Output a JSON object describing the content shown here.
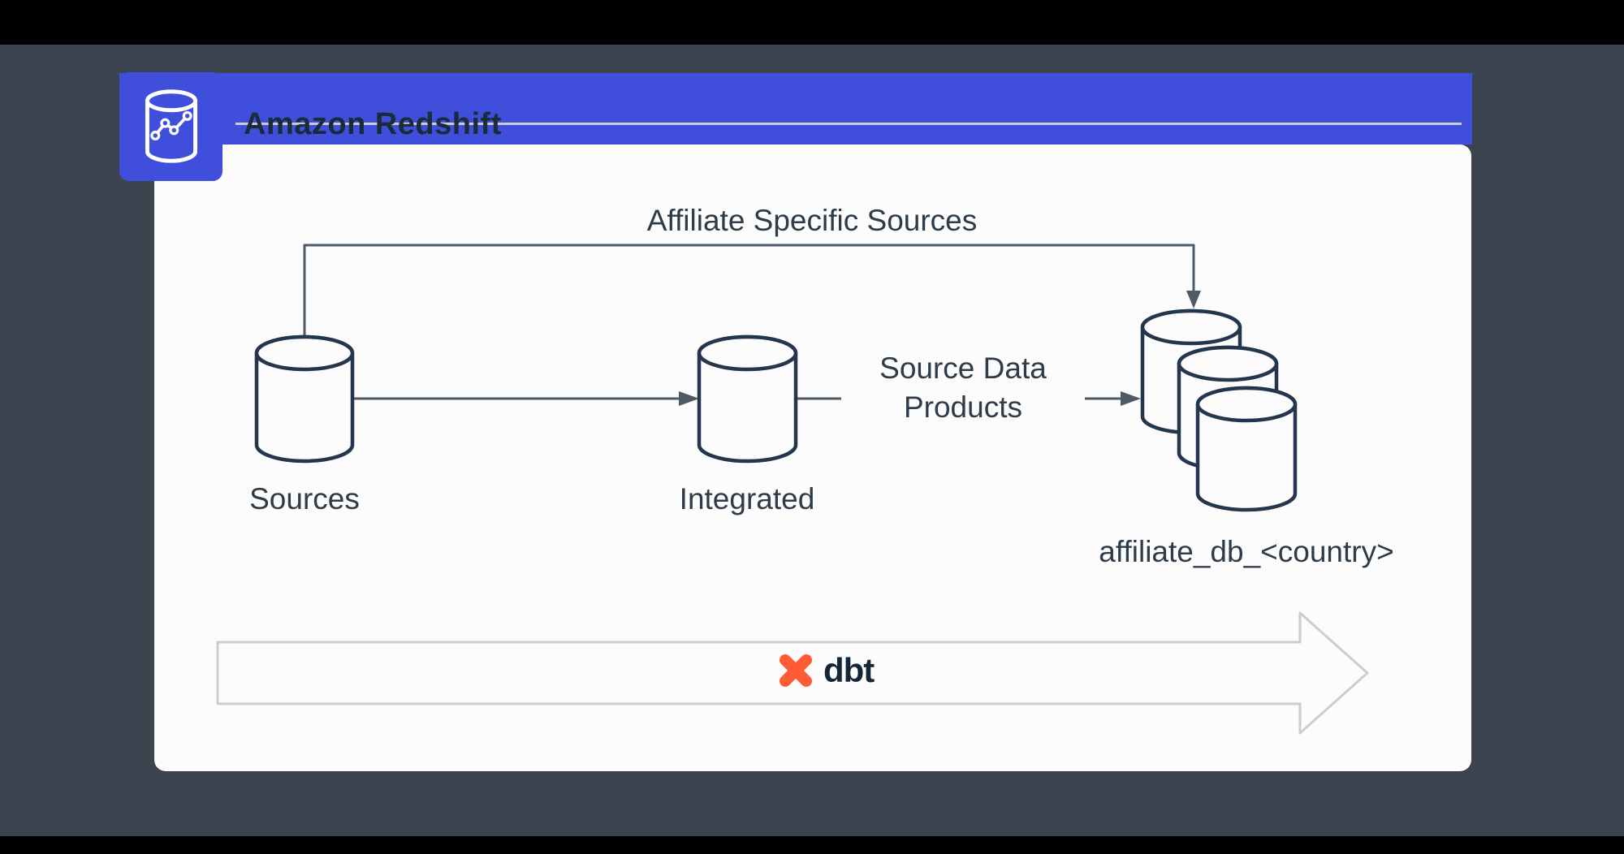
{
  "header": {
    "title": "Amazon Redshift"
  },
  "diagram": {
    "top_edge_label": "Affiliate Specific Sources",
    "mid_edge_label": "Source Data Products",
    "nodes": {
      "sources": {
        "label": "Sources",
        "icon": "database-cylinder"
      },
      "integrated": {
        "label": "Integrated",
        "icon": "database-cylinder"
      },
      "affiliate": {
        "label": "affiliate_db_<country>",
        "icon": "database-cylinder-stack"
      }
    },
    "process_arrow": {
      "label": "dbt",
      "icon": "dbt-logo"
    }
  },
  "colors": {
    "background": "#000000",
    "panel": "#3C4450",
    "accent_blue": "#3F4EDB",
    "card": "#FCFCFD",
    "diagram_stroke": "#24364B",
    "connector": "#4E5A66",
    "label_text": "#2E3B49",
    "title_text": "#1B2B3A",
    "header_line": "#C9CDD4",
    "process_arrow_stroke": "#C9CED3",
    "dbt_orange": "#FF5C35",
    "dbt_text": "#14263A"
  }
}
